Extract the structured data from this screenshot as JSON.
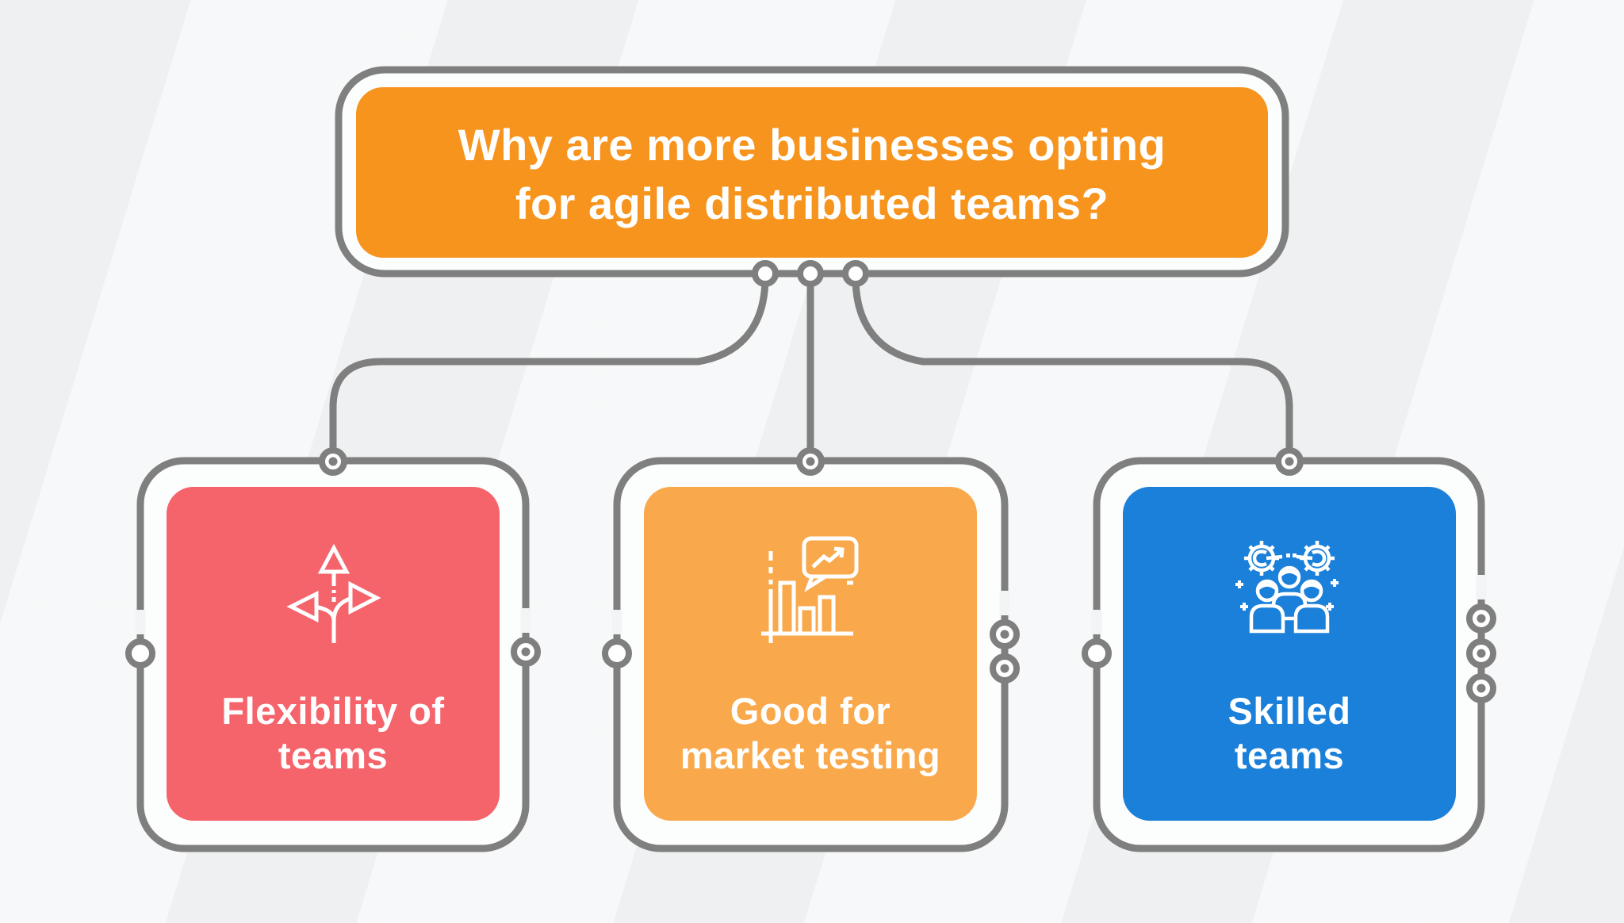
{
  "header": {
    "title_line1": "Why are more businesses opting",
    "title_line2": "for agile distributed teams?",
    "fill": "#F7941E",
    "text_color": "#FFFFFF"
  },
  "cards": [
    {
      "label_line1": "Flexibility of",
      "label_line2": "teams",
      "fill": "#F5636B",
      "icon": "three-way-arrows-icon"
    },
    {
      "label_line1": "Good for",
      "label_line2": "market testing",
      "fill": "#F9A94B",
      "icon": "bar-chart-growth-icon"
    },
    {
      "label_line1": "Skilled",
      "label_line2": "teams",
      "fill": "#1B80D9",
      "icon": "team-gears-icon"
    }
  ],
  "colors": {
    "connector": "#7f7f7f",
    "frame_fill": "#fcfdfd",
    "background": "#eef0f1",
    "node_fill": "#ffffff"
  }
}
